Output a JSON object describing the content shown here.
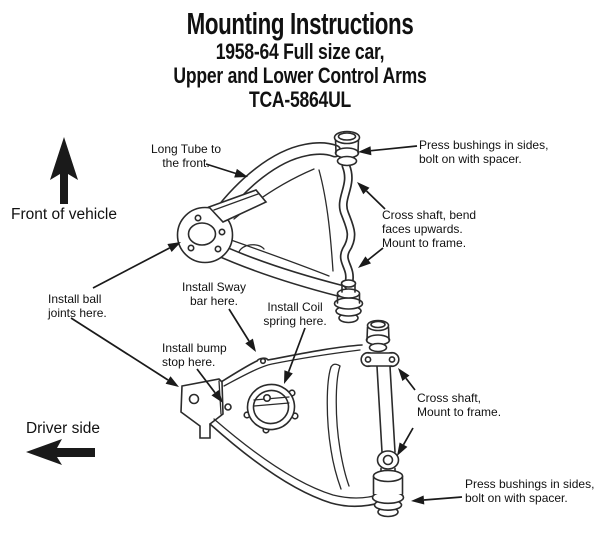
{
  "header": {
    "title": "Mounting Instructions",
    "subtitle_line1": "1958-64 Full size car,",
    "subtitle_line2": "Upper and Lower Control Arms",
    "part_number": "TCA-5864UL"
  },
  "orientation": {
    "front_label": "Front of vehicle",
    "driver_label": "Driver side"
  },
  "annotations": {
    "long_tube": "Long Tube to\nthe front.",
    "press_bushings_upper": "Press bushings in sides,\nbolt on with spacer.",
    "cross_shaft_upper": "Cross shaft, bend\nfaces upwards.\nMount to frame.",
    "install_ball_joints": "Install ball\njoints here.",
    "install_sway_bar": "Install Sway\nbar here.",
    "install_coil_spring": "Install Coil\nspring here.",
    "install_bump_stop": "Install bump\nstop here.",
    "cross_shaft_lower": "Cross shaft,\nMount to frame.",
    "press_bushings_lower": "Press bushings in sides,\nbolt on with spacer."
  },
  "colors": {
    "background": "#ffffff",
    "ink": "#1a1a1a",
    "line": "#2b2b2b"
  }
}
